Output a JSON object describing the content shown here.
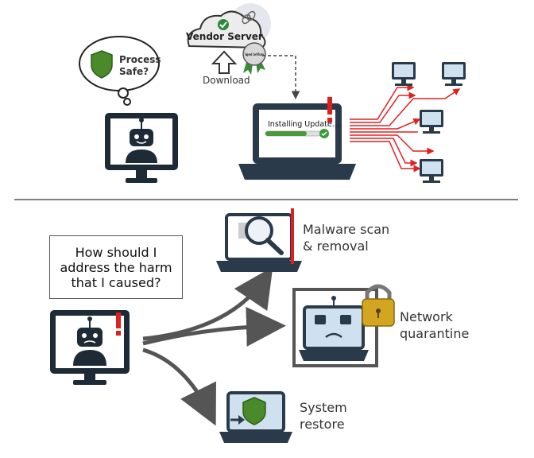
{
  "thought": {
    "text": "Process\nSafe?"
  },
  "vendor": {
    "label": "Vendor Server",
    "certificate": "Signed Certificate",
    "download_label": "Download"
  },
  "install": {
    "text": "Installing Update..."
  },
  "speech": {
    "text": "How should I\naddress the harm\nthat I caused?"
  },
  "actions": [
    {
      "label": "Malware scan\n& removal"
    },
    {
      "label": "Network\nquarantine"
    },
    {
      "label": "System\nrestore"
    }
  ],
  "colors": {
    "alert": "#e02020",
    "ring": "#2a8a3a",
    "shield": "#4a8a2a",
    "cloud": "#ececec",
    "divider": "#555555"
  }
}
